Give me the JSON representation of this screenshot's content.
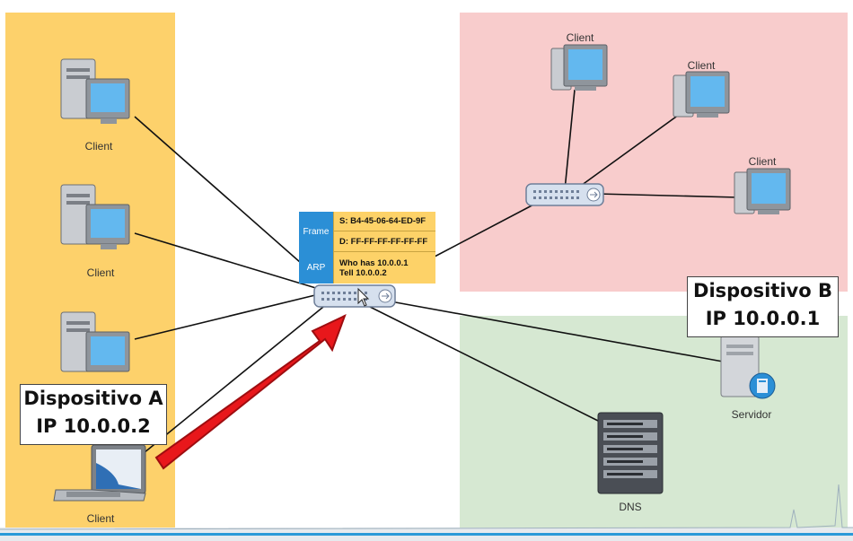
{
  "zones": {
    "left_color": "#fdd16b",
    "pink_color": "#f8cccc",
    "green_color": "#d6e8d2"
  },
  "devices": {
    "client_1": "Client",
    "client_2": "Client",
    "client_3_laptop": "Client",
    "remote_client_1": "Client",
    "remote_client_2": "Client",
    "remote_client_3": "Client",
    "server": "Servidor",
    "dns": "DNS"
  },
  "device_a": {
    "line1": "Dispositivo A",
    "line2": "IP 10.0.0.2"
  },
  "device_b": {
    "line1": "Dispositivo B",
    "line2": "IP 10.0.0.1"
  },
  "packet": {
    "frame_label": "Frame",
    "source": "S: B4-45-06-64-ED-9F",
    "destination": "D: FF-FF-FF-FF-FF-FF",
    "arp_label": "ARP",
    "query_line1": "Who has 10.0.0.1",
    "query_line2": "Tell 10.0.0.2"
  },
  "colors": {
    "arrow": "#e8171b",
    "packet_header": "#2b8fd6",
    "packet_body": "#fdd268"
  }
}
